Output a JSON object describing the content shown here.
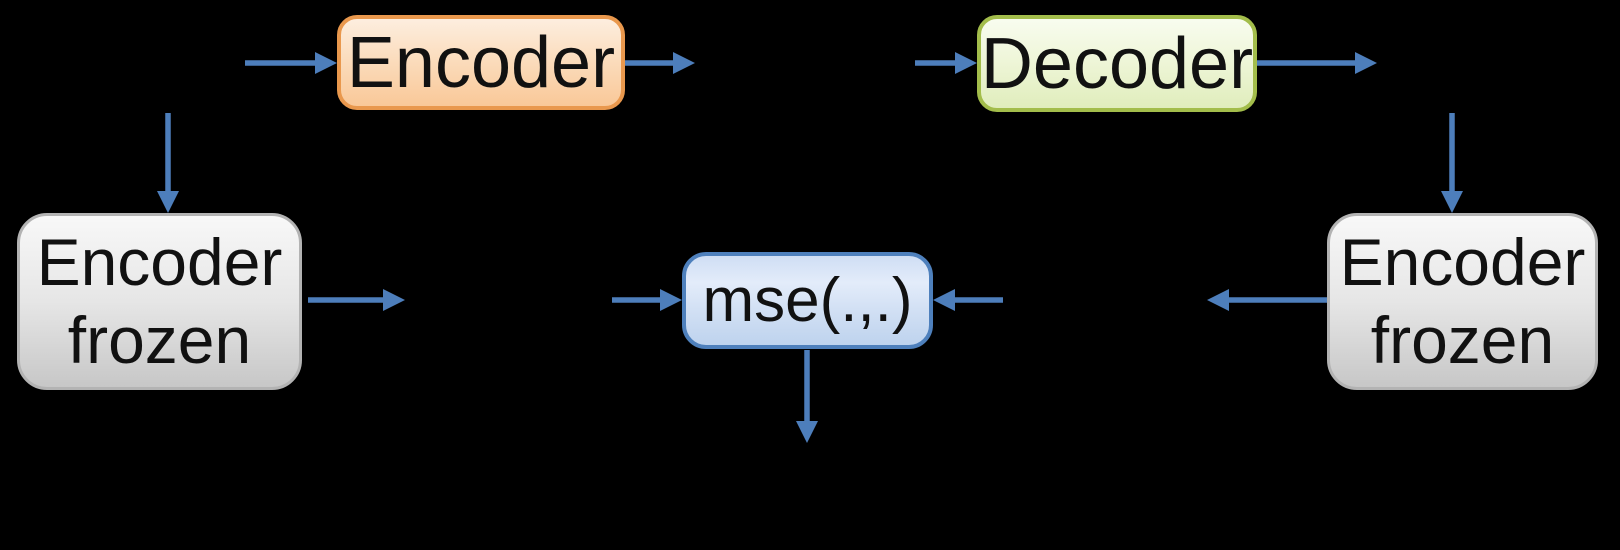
{
  "canvas": {
    "background_color": "#000000",
    "arrow_color": "#4D7EBB"
  },
  "nodes": {
    "encoder": {
      "label": "Encoder",
      "border_color": "#E9984D",
      "fill_top": "#FDEEDF",
      "fill_bottom": "#F9C898"
    },
    "decoder": {
      "label": "Decoder",
      "border_color": "#A3BD4B",
      "fill_top": "#F8FCEF",
      "fill_bottom": "#E0EDBC"
    },
    "encoder_frozen_left": {
      "line1": "Encoder",
      "line2": "frozen",
      "border_color": "#B3B3B3",
      "fill_top": "#F8F8F8",
      "fill_bottom": "#C7C7C7"
    },
    "encoder_frozen_right": {
      "line1": "Encoder",
      "line2": "frozen",
      "border_color": "#B3B3B3",
      "fill_top": "#F8F8F8",
      "fill_bottom": "#C7C7C7"
    },
    "mse": {
      "label": "mse(.,.)",
      "border_color": "#4E80BC",
      "fill_top": "#CFDEF4",
      "fill_bottom": "#BED3EE"
    }
  },
  "arrows": [
    {
      "name": "arrow-input-to-encoder",
      "direction": "right"
    },
    {
      "name": "arrow-encoder-output",
      "direction": "right"
    },
    {
      "name": "arrow-latent-to-decoder",
      "direction": "right"
    },
    {
      "name": "arrow-decoder-output",
      "direction": "right"
    },
    {
      "name": "arrow-input-branch-down-left",
      "direction": "down"
    },
    {
      "name": "arrow-output-branch-down-right",
      "direction": "down"
    },
    {
      "name": "arrow-frozen-left-output",
      "direction": "right"
    },
    {
      "name": "arrow-embedding-to-mse-left",
      "direction": "right"
    },
    {
      "name": "arrow-embedding-to-mse-right",
      "direction": "left"
    },
    {
      "name": "arrow-frozen-right-output",
      "direction": "left"
    },
    {
      "name": "arrow-mse-loss-down",
      "direction": "down"
    }
  ]
}
